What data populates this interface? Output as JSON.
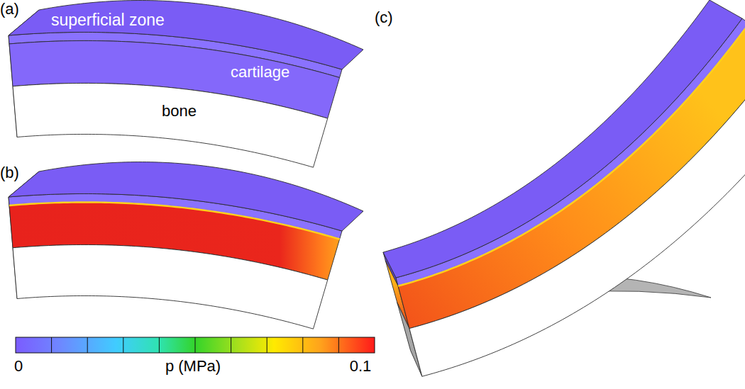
{
  "diagram": {
    "labels": [
      "(a)",
      "superficial zone",
      "cartilage",
      "bone",
      "(b)",
      "(c)",
      "0",
      "p (MPa)",
      "0.1"
    ]
  }
}
